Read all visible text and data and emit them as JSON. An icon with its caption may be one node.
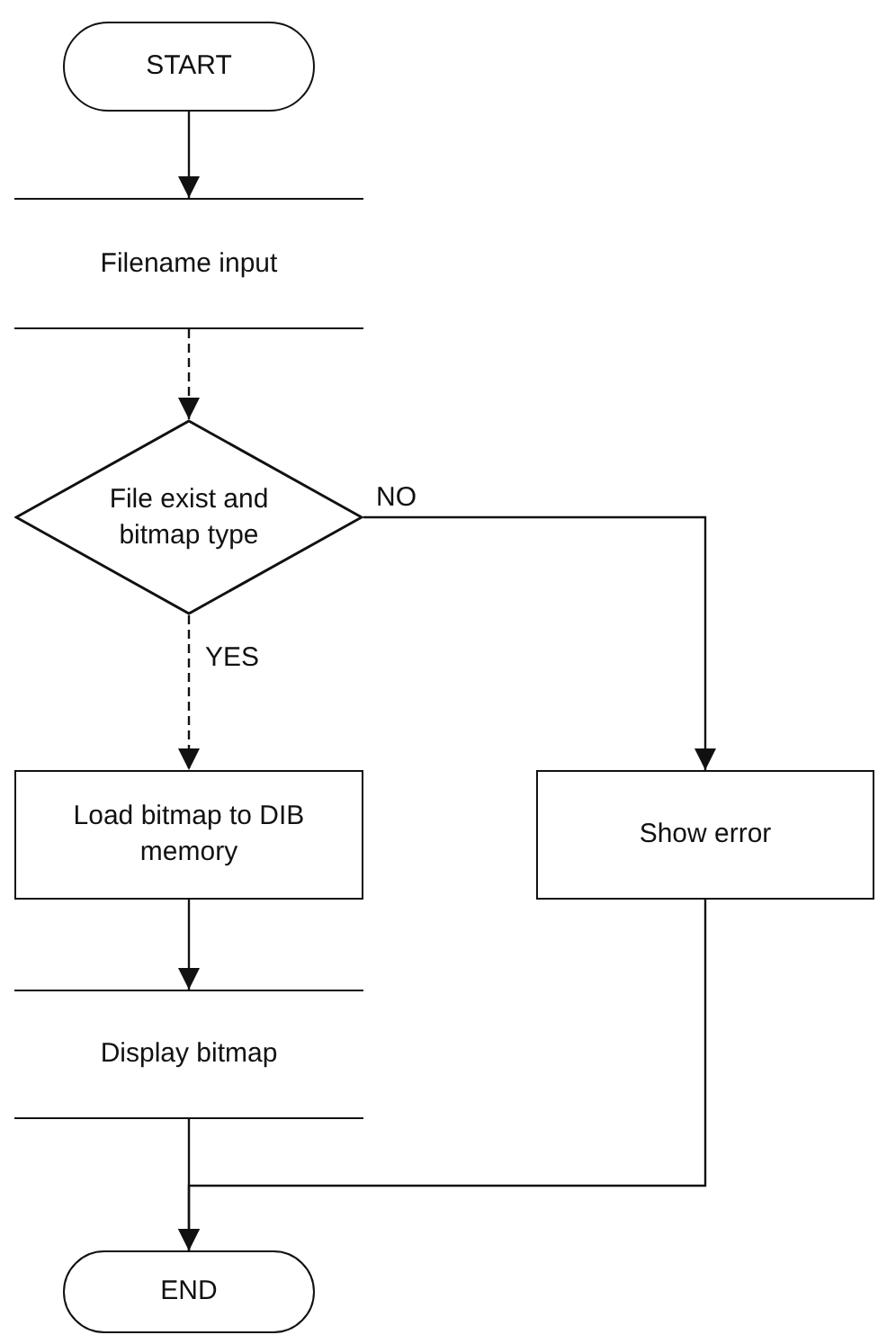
{
  "diagram": {
    "nodes": [
      {
        "text": [
          "START"
        ]
      },
      {
        "text": [
          "Filename input"
        ]
      },
      {
        "text": [
          "File exist and bitmap type"
        ]
      },
      {
        "text": [
          "Load bitmap to DIB memory"
        ]
      },
      {
        "text": [
          "Show error"
        ]
      },
      {
        "text": [
          "Display bitmap"
        ]
      },
      {
        "text": [
          "END"
        ]
      }
    ],
    "edges": [
      {
        "from": 0,
        "to": 1,
        "arrow": "to"
      },
      {
        "from": 1,
        "to": 2,
        "arrow": "to",
        "style": "dashed"
      },
      {
        "from": 2,
        "to": 3,
        "arrow": "to",
        "label": "YES",
        "style": "dashed"
      },
      {
        "from": 2,
        "to": 4,
        "arrow": "to",
        "label": "NO"
      },
      {
        "from": 3,
        "to": 5,
        "arrow": "to"
      },
      {
        "from": 5,
        "to": 6,
        "arrow": "to"
      },
      {
        "from": 4,
        "to": 6,
        "arrow": "to"
      }
    ]
  }
}
